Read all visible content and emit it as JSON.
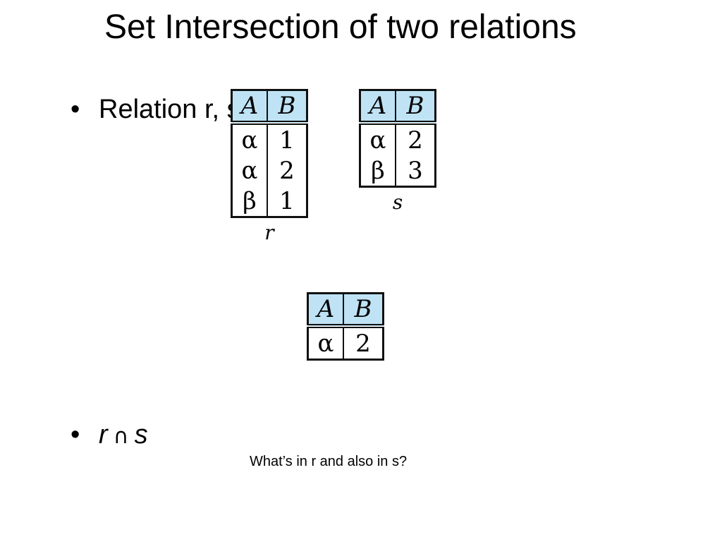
{
  "title": "Set Intersection of two relations",
  "bullets": {
    "first": {
      "marker": "•",
      "text": "Relation r, s:"
    },
    "second": {
      "marker": "•",
      "left": "r",
      "operator": "∩",
      "right": "s"
    }
  },
  "relations": {
    "r": {
      "name": "r",
      "headers": [
        "A",
        "B"
      ],
      "rows": [
        [
          "α",
          "1"
        ],
        [
          "α",
          "2"
        ],
        [
          "β",
          "1"
        ]
      ]
    },
    "s": {
      "name": "s",
      "headers": [
        "A",
        "B"
      ],
      "rows": [
        [
          "α",
          "2"
        ],
        [
          "β",
          "3"
        ]
      ]
    },
    "result": {
      "headers": [
        "A",
        "B"
      ],
      "rows": [
        [
          "α",
          "2"
        ]
      ]
    }
  },
  "note": "What’s in r and also in s?",
  "colors": {
    "header_fill": "#bfe3f5",
    "border": "#111111"
  }
}
